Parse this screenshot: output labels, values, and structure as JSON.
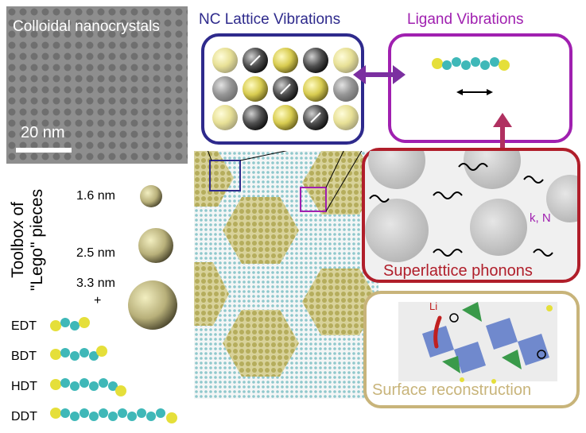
{
  "tem": {
    "label": "Colloidal nanocrystals",
    "scalebar": "20 nm"
  },
  "toolbox": {
    "title": "Toolbox of \"Lego\" pieces",
    "sizes": [
      "1.6 nm",
      "2.5 nm",
      "3.3 nm"
    ],
    "plus": "+",
    "ligands": [
      "EDT",
      "BDT",
      "HDT",
      "DDT"
    ]
  },
  "panels": {
    "nc_lattice": "NC Lattice Vibrations",
    "ligand": "Ligand Vibrations",
    "superlattice": "Superlattice phonons",
    "superlattice_params": "k, N",
    "surface": "Surface reconstruction",
    "surface_atom": "Li"
  },
  "colors": {
    "nc_box": "#2e2a8c",
    "ligand_box": "#a020b0",
    "superlattice_box": "#b01e2a",
    "surface_box": "#c8b47a",
    "arrow": "#7b2fa0"
  }
}
